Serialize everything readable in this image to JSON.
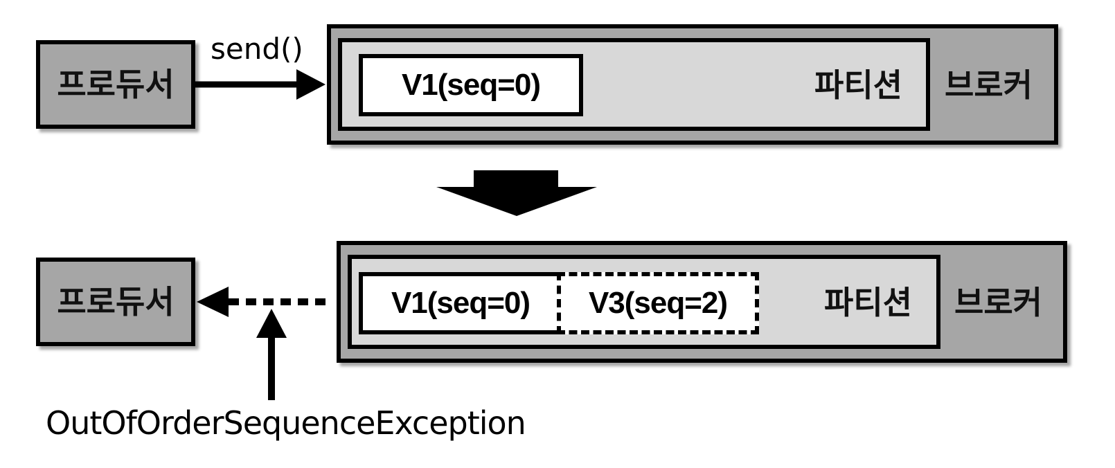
{
  "top": {
    "producer_label": "프로듀서",
    "call_label": "send()",
    "broker_label": "브로커",
    "partition_label": "파티션",
    "messages": [
      "V1(seq=0)"
    ]
  },
  "bottom": {
    "producer_label": "프로듀서",
    "broker_label": "브로커",
    "partition_label": "파티션",
    "messages": [
      "V1(seq=0)",
      "V3(seq=2)"
    ],
    "exception_label": "OutOfOrderSequenceException"
  },
  "colors": {
    "box_fill": "#a6a6a6",
    "partition_fill": "#d8d8d8",
    "message_fill": "#ffffff",
    "stroke": "#000000"
  }
}
